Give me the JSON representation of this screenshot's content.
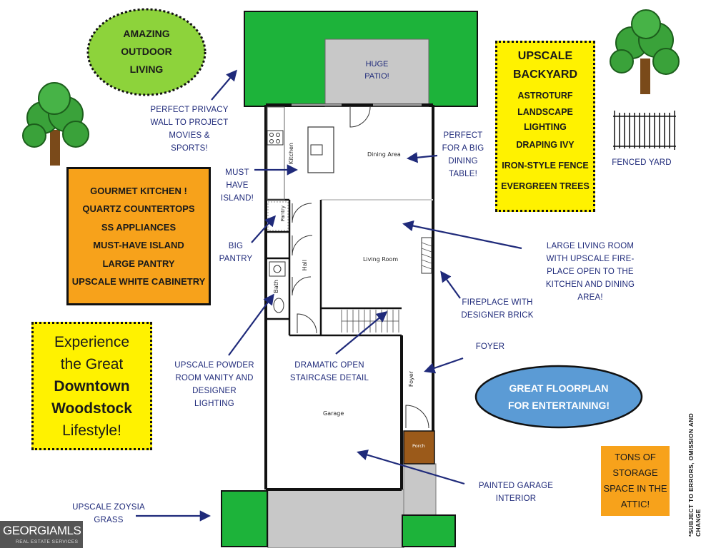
{
  "callouts": {
    "outdoor": [
      "AMAZING",
      "OUTDOOR",
      "LIVING"
    ],
    "patio": [
      "HUGE",
      "PATIO!"
    ],
    "backyard": {
      "title": [
        "UPSCALE",
        "BACKYARD"
      ],
      "items": [
        "ASTROTURF",
        "LANDSCAPE",
        "LIGHTING",
        "DRAPING IVY",
        "IRON-STYLE FENCE",
        "EVERGREEN TREES"
      ]
    },
    "fenced_yard": "FENCED YARD",
    "kitchen": [
      "GOURMET KITCHEN !",
      "QUARTZ COUNTERTOPS",
      "SS APPLIANCES",
      "MUST-HAVE ISLAND",
      "LARGE PANTRY",
      "UPSCALE WHITE CABINETRY"
    ],
    "lifestyle": [
      "Experience",
      "the Great",
      "Downtown",
      "Woodstock",
      "Lifestyle!"
    ],
    "entertaining": [
      "GREAT FLOORPLAN",
      "FOR ENTERTAINING!"
    ],
    "storage": [
      "TONS OF",
      "STORAGE",
      "SPACE IN THE",
      "ATTIC!"
    ],
    "privacy": [
      "PERFECT PRIVACY",
      "WALL TO PROJECT",
      "MOVIES & SPORTS!"
    ],
    "dining_table": [
      "PERFECT",
      "FOR A BIG",
      "DINING",
      "TABLE!"
    ],
    "island": [
      "MUST",
      "HAVE",
      "ISLAND!"
    ],
    "pantry": [
      "BIG",
      "PANTRY"
    ],
    "living": [
      "LARGE LIVING ROOM",
      "WITH UPSCALE FIRE-",
      "PLACE OPEN TO THE",
      "KITCHEN AND DINING",
      "AREA!"
    ],
    "fireplace": [
      "FIREPLACE WITH",
      "DESIGNER BRICK"
    ],
    "foyer": "FOYER",
    "powder": [
      "UPSCALE POWDER",
      "ROOM VANITY AND",
      "DESIGNER LIGHTING"
    ],
    "staircase": [
      "DRAMATIC OPEN",
      "STAIRCASE DETAIL"
    ],
    "garage": [
      "PAINTED GARAGE",
      "INTERIOR"
    ],
    "zoysia": [
      "UPSCALE ZOYSIA",
      "GRASS"
    ]
  },
  "rooms": {
    "kitchen": "Kitchen",
    "dining": "Dining Area",
    "pantry": "Pantry",
    "living": "Living Room",
    "hall": "Hall",
    "bath": "Bath",
    "foyer": "Foyer",
    "garage": "Garage",
    "porch": "Porch"
  },
  "disclaimer": "*SUBJECT TO ERRORS, OMISSION AND CHANGE",
  "logo": {
    "name": "GEORGIAMLS",
    "sub": "REAL ESTATE SERVICES"
  },
  "colors": {
    "grass": "#1db33a",
    "patio": "#c8c8c8",
    "orange": "#f7a21b",
    "yellow": "#fff200",
    "blue_ellipse": "#5b9bd5",
    "green_ellipse": "#8dd33b",
    "porch": "#9b5a1a",
    "arrow": "#1f2a7a"
  }
}
